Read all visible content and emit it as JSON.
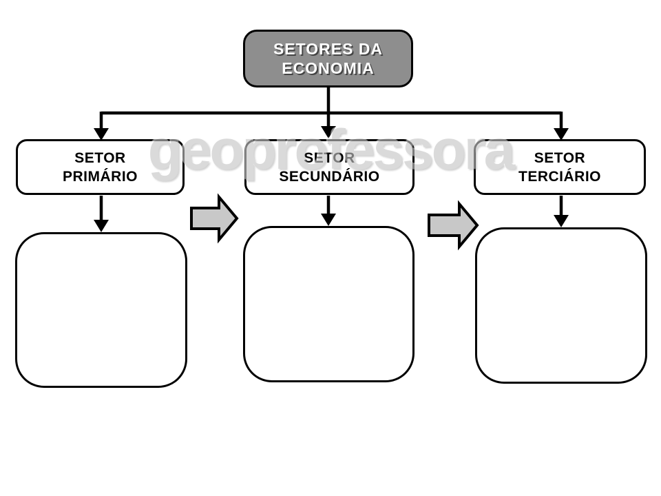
{
  "diagram": {
    "title": {
      "line1": "SETORES DA",
      "line2": "ECONOMIA"
    },
    "sectors": [
      {
        "line1": "SETOR",
        "line2": "PRIMÁRIO"
      },
      {
        "line1": "SETOR",
        "line2": "SECUNDÁRIO"
      },
      {
        "line1": "SETOR",
        "line2": "TERCIÁRIO"
      }
    ],
    "watermark_text": "geoprofessora",
    "colors": {
      "page_background": "#FFFFFF",
      "title_box_fill": "#8E8E8E",
      "title_text": "#FFFFFF",
      "box_border": "#000000",
      "flow_arrow_fill": "#C8C8C8",
      "watermark": "#C5C5C5"
    }
  }
}
